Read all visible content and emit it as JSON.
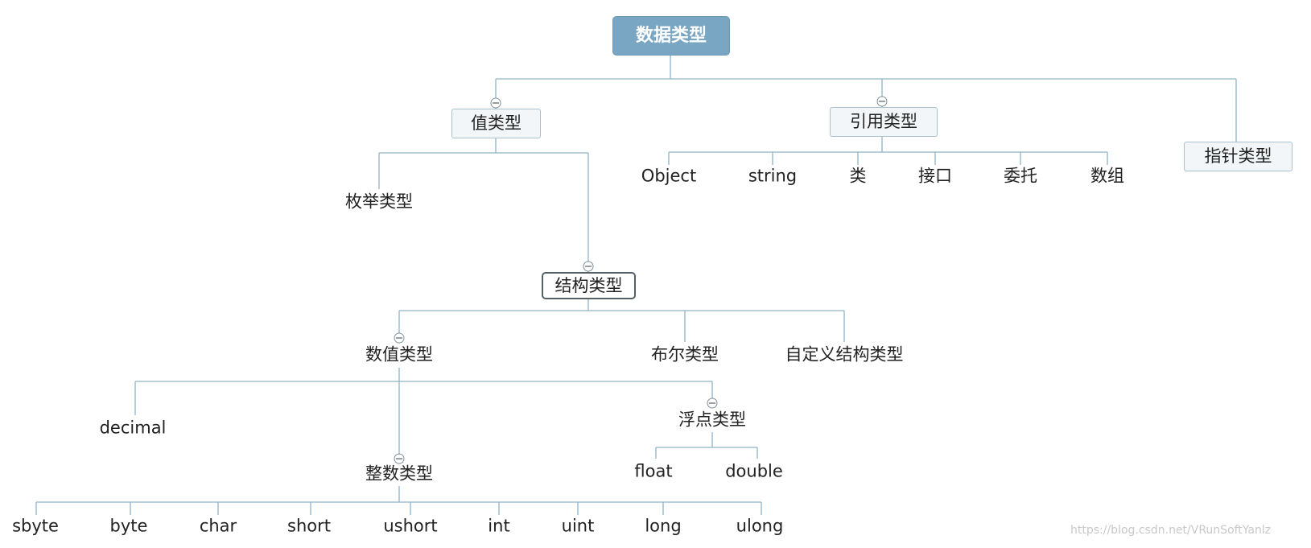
{
  "nodes": {
    "root": "数据类型",
    "value_type": "值类型",
    "reference_type": "引用类型",
    "pointer_type": "指针类型",
    "enum_type": "枚举类型",
    "struct_type": "结构类型",
    "object": "Object",
    "string": "string",
    "class": "类",
    "interface": "接口",
    "delegate": "委托",
    "array": "数组",
    "numeric_type": "数值类型",
    "bool_type": "布尔类型",
    "custom_struct_type": "自定义结构类型",
    "decimal": "decimal",
    "float_type": "浮点类型",
    "float": "float",
    "double": "double",
    "integer_type": "整数类型",
    "sbyte": "sbyte",
    "byte": "byte",
    "char": "char",
    "short": "short",
    "ushort": "ushort",
    "int": "int",
    "uint": "uint",
    "long": "long",
    "ulong": "ulong"
  },
  "watermark": "https://blog.csdn.net/VRunSoftYanlz",
  "colors": {
    "root_fill": "#79a6c3",
    "connector": "#8fb2c8",
    "box_fill": "#f3f6f9"
  }
}
